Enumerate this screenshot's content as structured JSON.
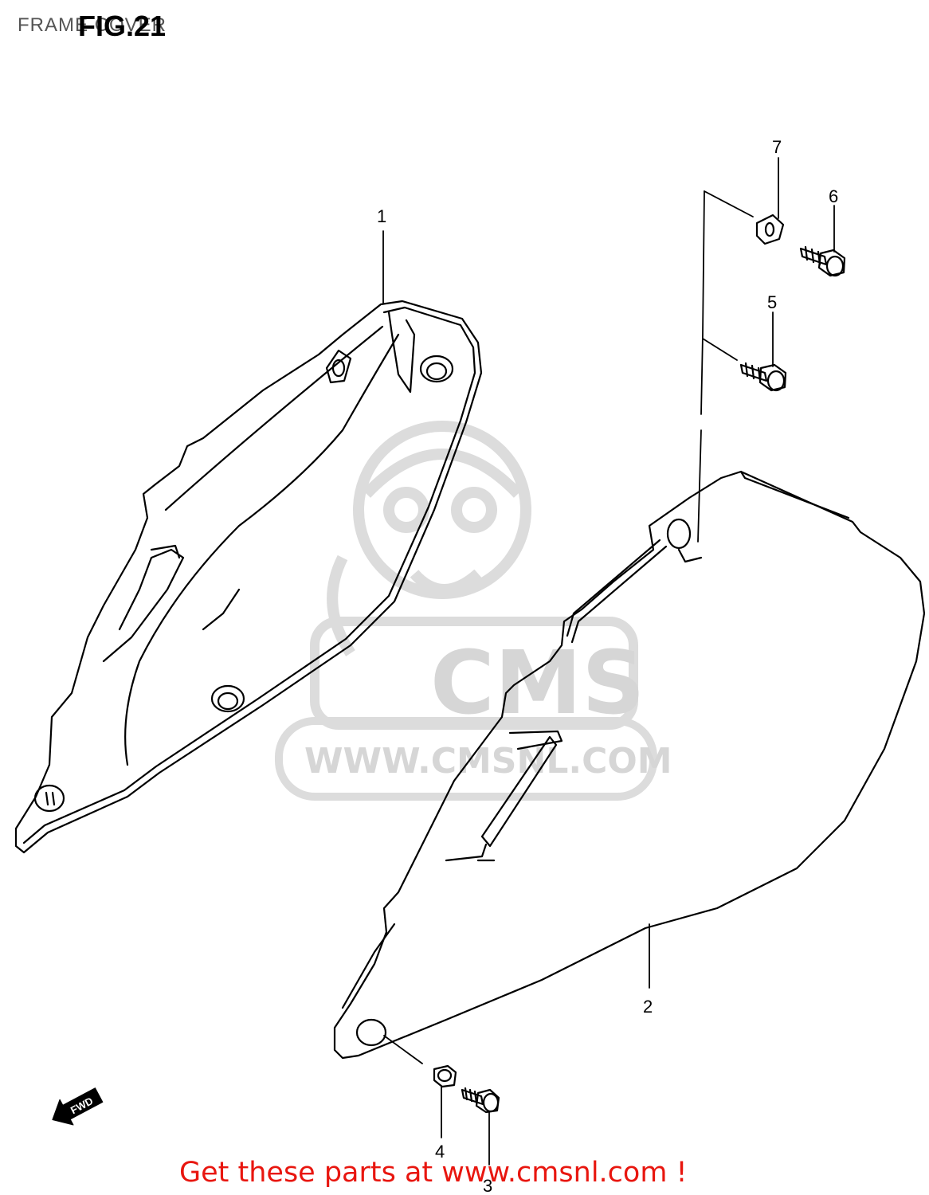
{
  "header": {
    "section_title": "FRAME COVER",
    "figure_label": "FIG.21"
  },
  "watermark": {
    "logo_text": "CMS",
    "site_text": "WWW.CMSNL.COM"
  },
  "direction_arrow": {
    "label": "FWD"
  },
  "parts": [
    {
      "number": "1"
    },
    {
      "number": "2"
    },
    {
      "number": "3"
    },
    {
      "number": "4"
    },
    {
      "number": "5"
    },
    {
      "number": "6"
    },
    {
      "number": "7"
    }
  ],
  "footer": {
    "text": "Get these parts at www.cmsnl.com !"
  },
  "colors": {
    "footer_text": "#e8160f",
    "watermark": "#d6d6d6",
    "line_art": "#000000"
  }
}
